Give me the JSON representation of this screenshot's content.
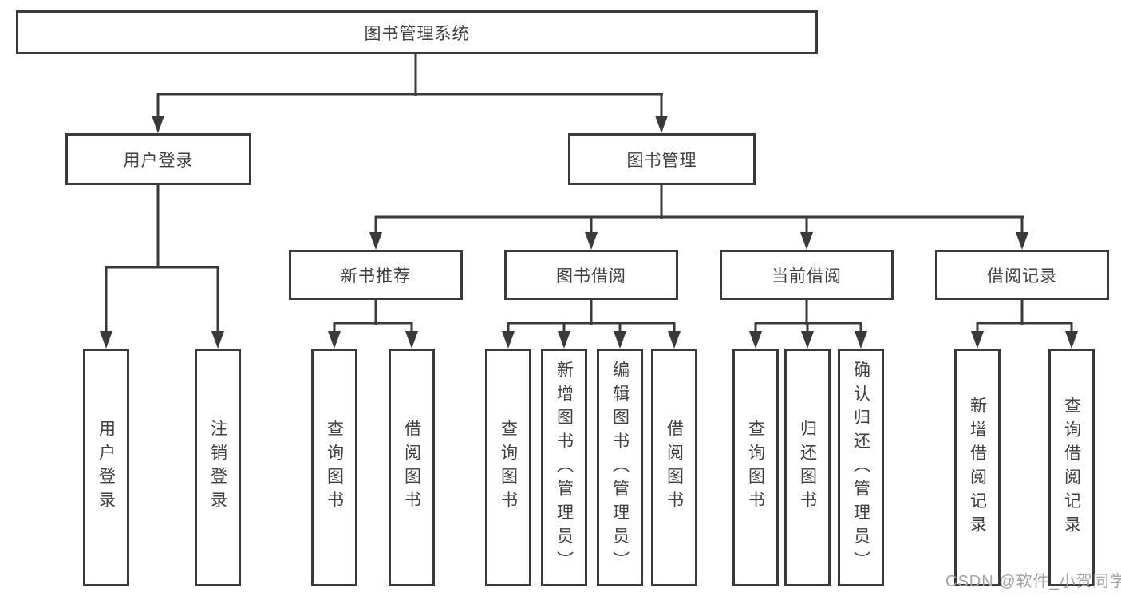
{
  "diagram": {
    "root": "图书管理系统",
    "level2": {
      "user_login": "用户登录",
      "book_management": "图书管理"
    },
    "level3": {
      "new_books": "新书推荐",
      "book_borrowing": "图书借阅",
      "current_borrowing": "当前借阅",
      "borrow_records": "借阅记录"
    },
    "leaves": {
      "user_login": [
        "用户登录",
        "注销登录"
      ],
      "new_books": [
        "查询图书",
        "借阅图书"
      ],
      "book_borrowing": [
        "查询图书",
        "新增图书（管理员）",
        "编辑图书（管理员）",
        "借阅图书"
      ],
      "current_borrowing": [
        "查询图书",
        "归还图书",
        "确认归还（管理员）"
      ],
      "borrow_records": [
        "新增借阅记录",
        "查询借阅记录"
      ]
    },
    "line_color": "#3a3a3a"
  },
  "watermark": "CSDN @软件_小贺同学"
}
